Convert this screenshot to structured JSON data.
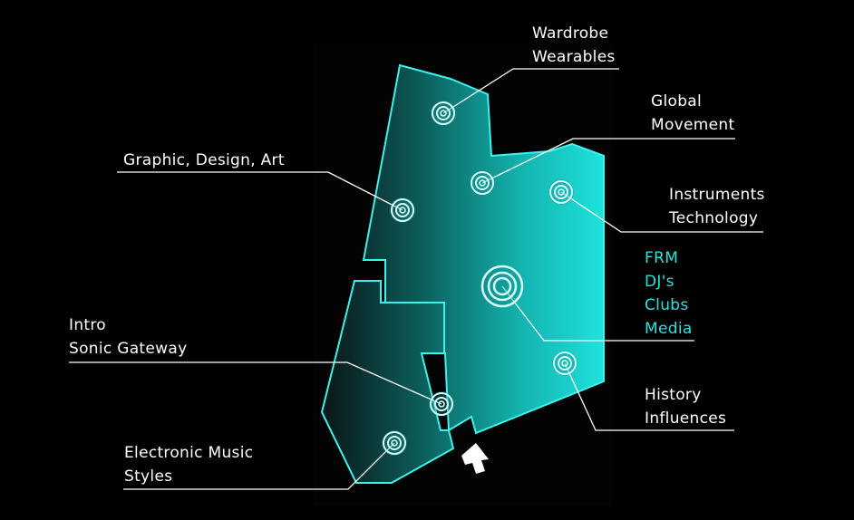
{
  "colors": {
    "background": "#000000",
    "panel": "#030303",
    "floor_dark": "#0d1f1f",
    "floor_light": "#20e0dc",
    "outline": "#3df2ea",
    "label_text": "#ffffff",
    "accent_text": "#29e3de",
    "arrow": "#ffffff"
  },
  "zones": {
    "wardrobe": {
      "lines": [
        "Wardrobe",
        "Wearables"
      ]
    },
    "global": {
      "lines": [
        "Global",
        "Movement"
      ]
    },
    "graphic": {
      "lines": [
        "Graphic, Design, Art"
      ]
    },
    "instruments": {
      "lines": [
        "Instruments",
        "Technology"
      ]
    },
    "media": {
      "lines": [
        "FRM",
        "DJ's",
        "Clubs",
        "Media"
      ]
    },
    "intro": {
      "lines": [
        "Intro",
        "Sonic Gateway"
      ]
    },
    "history": {
      "lines": [
        "History",
        "Influences"
      ]
    },
    "electronic": {
      "lines": [
        "Electronic Music",
        "Styles"
      ]
    }
  },
  "icons": {
    "entrance": "entrance-arrow-icon",
    "hotspot": "hotspot-ring-icon"
  }
}
